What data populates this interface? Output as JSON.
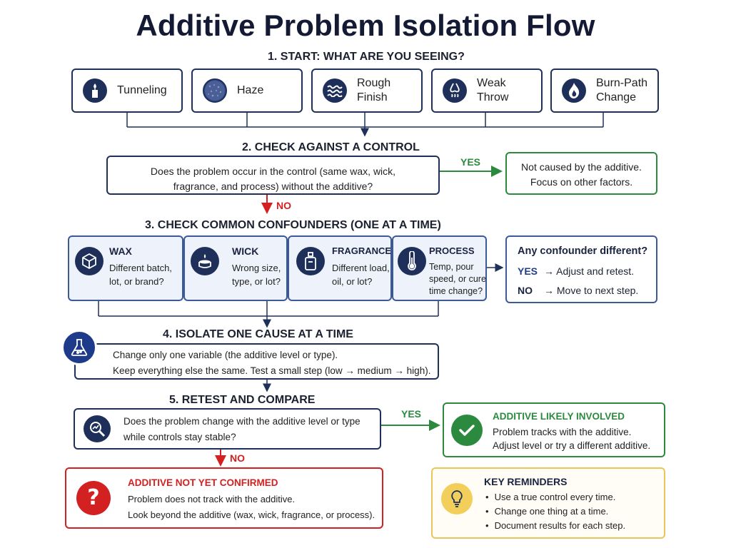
{
  "title": "Additive Problem Isolation Flow",
  "step1": {
    "title": "1. START: WHAT ARE YOU SEEING?",
    "symptoms": [
      {
        "label": "Tunneling",
        "icon": "candle-icon"
      },
      {
        "label": "Haze",
        "icon": "haze-swatch-icon"
      },
      {
        "label": "Rough Finish",
        "icon": "waves-icon"
      },
      {
        "label": "Weak Throw",
        "icon": "scent-nose-icon"
      },
      {
        "label": "Burn-Path Change",
        "icon": "flame-icon"
      }
    ]
  },
  "step2": {
    "title": "2. CHECK AGAINST A CONTROL",
    "question": "Does the problem occur in the control (same wax, wick, fragrance, and process) without the additive?",
    "yes": "YES",
    "no": "NO",
    "yes_result": "Not caused by the additive. Focus on other factors."
  },
  "step3": {
    "title": "3. CHECK COMMON CONFOUNDERS (ONE AT A TIME)",
    "confounders": [
      {
        "name": "WAX",
        "desc": "Different batch, lot, or brand?",
        "icon": "cube-icon"
      },
      {
        "name": "WICK",
        "desc": "Wrong size, type, or lot?",
        "icon": "wick-candle-icon"
      },
      {
        "name": "FRAGRANCE",
        "desc": "Different load, oil, or lot?",
        "icon": "bottle-icon"
      },
      {
        "name": "PROCESS",
        "desc": "Temp, pour speed, or cure time change?",
        "icon": "thermometer-icon"
      }
    ],
    "decision": {
      "title": "Any confounder different?",
      "yes_label": "YES",
      "yes_text": "→  Adjust and retest.",
      "no_label": "NO",
      "no_text": "→  Move to next step."
    }
  },
  "step4": {
    "title": "4. ISOLATE ONE CAUSE AT A TIME",
    "line1": "Change only one variable (the additive level or type).",
    "line2": "Keep everything else the same. Test a small step (low → medium → high).",
    "icon": "flask-icon"
  },
  "step5": {
    "title": "5. RETEST AND COMPARE",
    "question": "Does the problem change with the additive level or type while controls stay stable?",
    "yes": "YES",
    "no": "NO",
    "icon": "magnifier-chart-icon"
  },
  "outcome_yes": {
    "title": "ADDITIVE LIKELY INVOLVED",
    "line1": "Problem tracks with the additive.",
    "line2": "Adjust level or try a different additive.",
    "icon": "check-icon"
  },
  "outcome_no": {
    "title": "ADDITIVE NOT YET CONFIRMED",
    "line1": "Problem does not track with the additive.",
    "line2": "Look beyond the additive (wax, wick, fragrance, or process).",
    "icon": "question-icon"
  },
  "reminders": {
    "title": "KEY REMINDERS",
    "items": [
      "Use a true control every time.",
      "Change one thing at a time.",
      "Document results for each step."
    ],
    "icon": "lightbulb-icon"
  },
  "colors": {
    "navy": "#1f3158",
    "green": "#2b8a3e",
    "red": "#d32020",
    "gold": "#e7c65a",
    "light_blue": "#eef2fb"
  }
}
